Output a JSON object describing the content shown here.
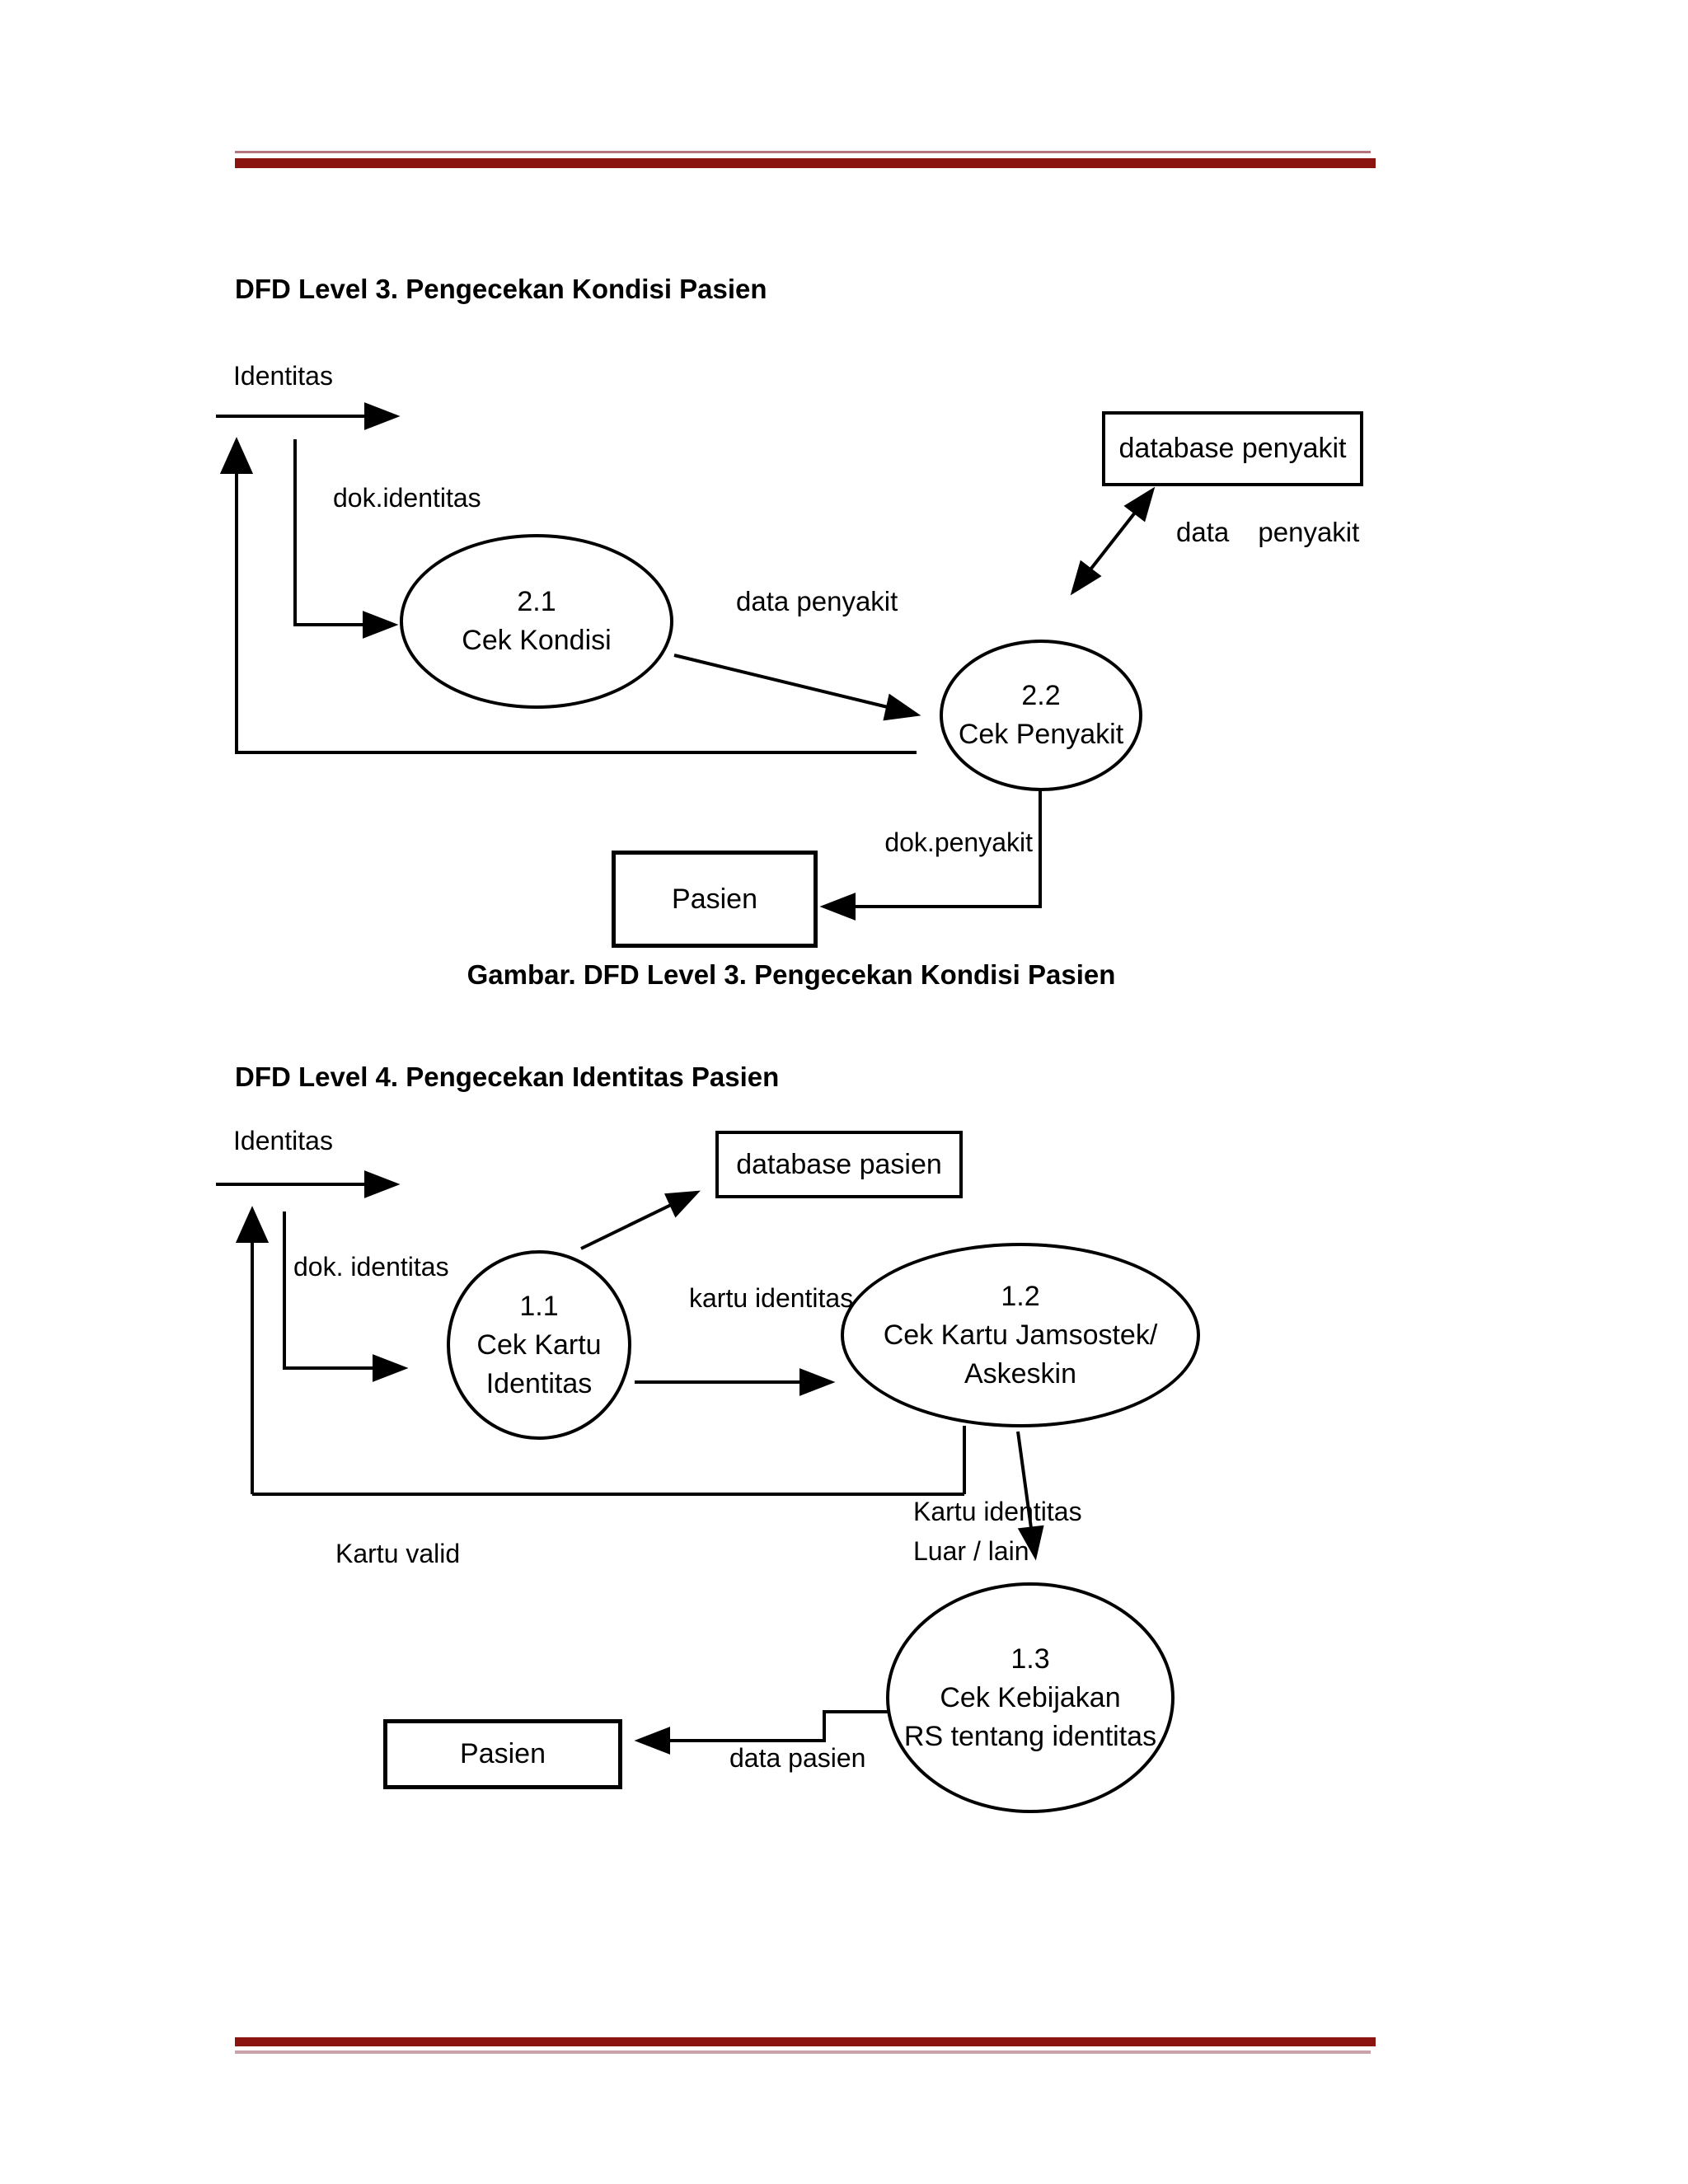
{
  "colors": {
    "ink": "#000000",
    "border_thick": "#8b1410",
    "border_thin_top": "#b4767c",
    "border_thin_bottom": "#c9a3a9"
  },
  "diagram1": {
    "title": "DFD Level 3. Pengecekan Kondisi Pasien",
    "caption": "Gambar. DFD Level 3. Pengecekan Kondisi Pasien",
    "labels": {
      "identitas": "Identitas",
      "dok_identitas": "dok.identitas",
      "data_penyakit_flow": "data penyakit",
      "data_penyakit_store": "data penyakit",
      "dok_penyakit": "dok.penyakit"
    },
    "process_21": {
      "id": "2.1",
      "name": "Cek Kondisi"
    },
    "process_22": {
      "id": "2.2",
      "name": "Cek Penyakit"
    },
    "store": "database penyakit",
    "entity": "Pasien"
  },
  "diagram2": {
    "title": "DFD Level 4. Pengecekan Identitas Pasien",
    "labels": {
      "identitas": "Identitas",
      "dok_identitas": "dok. identitas",
      "kartu_identitas": "kartu identitas",
      "kartu_valid": "Kartu valid",
      "kartu_luar_1": "Kartu identitas",
      "kartu_luar_2": "Luar / lain",
      "data_pasien": "data pasien"
    },
    "process_11": {
      "id": "1.1",
      "line1": "Cek Kartu",
      "line2": "Identitas"
    },
    "process_12": {
      "id": "1.2",
      "line1": "Cek Kartu Jamsostek/",
      "line2": "Askeskin"
    },
    "process_13": {
      "id": "1.3",
      "line1": "Cek Kebijakan",
      "line2": "RS tentang identitas"
    },
    "store": "database pasien",
    "entity": "Pasien"
  }
}
